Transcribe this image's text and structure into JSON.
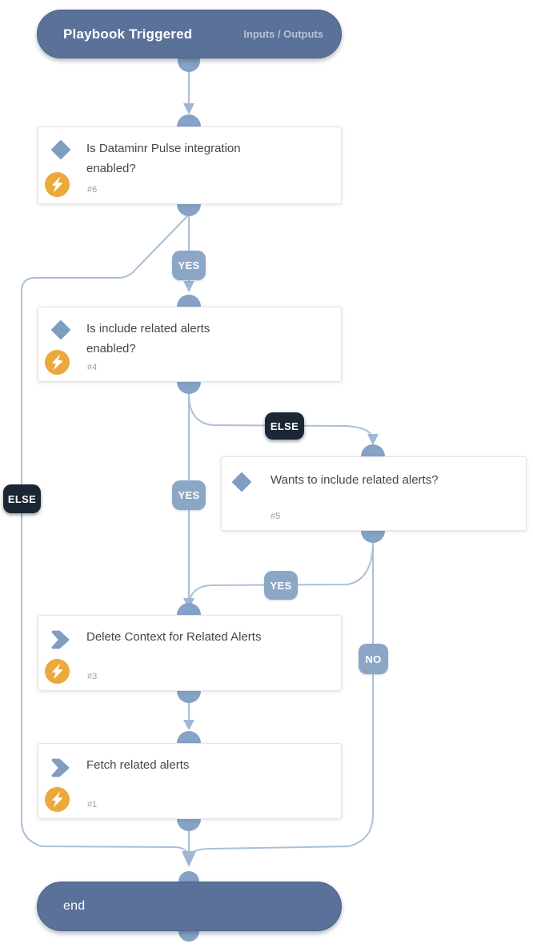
{
  "trigger": {
    "title": "Playbook Triggered",
    "action_label": "Inputs / Outputs"
  },
  "end_node": {
    "label": "end"
  },
  "nodes": [
    {
      "number_label": "#6",
      "type": "condition",
      "title": "Is Dataminr Pulse integration enabled?",
      "automation": true
    },
    {
      "number_label": "#4",
      "type": "condition",
      "title": "Is include related alerts enabled?",
      "automation": true
    },
    {
      "number_label": "#5",
      "type": "condition",
      "title": "Wants to include related alerts?",
      "automation": false
    },
    {
      "number_label": "#3",
      "type": "task",
      "title": "Delete Context for Related Alerts",
      "automation": true
    },
    {
      "number_label": "#1",
      "type": "task",
      "title": "Fetch related alerts",
      "automation": true
    }
  ],
  "edge_labels": {
    "yes_top": "YES",
    "else_right": "ELSE",
    "yes_mid": "YES",
    "else_left": "ELSE",
    "yes_low": "YES",
    "no": "NO"
  },
  "colors": {
    "pill": "#5a7199",
    "connector": "#85a3c6",
    "edge_line": "#abc0d8",
    "arrow": "#9fb7d3",
    "badge": "#8ca7c6",
    "badge_dark": "#1c2735",
    "bolt_circle": "#eba93c",
    "node_icon": "#7e9dc1",
    "title_text": "#43474c",
    "muted_text": "#9aa0a7"
  }
}
